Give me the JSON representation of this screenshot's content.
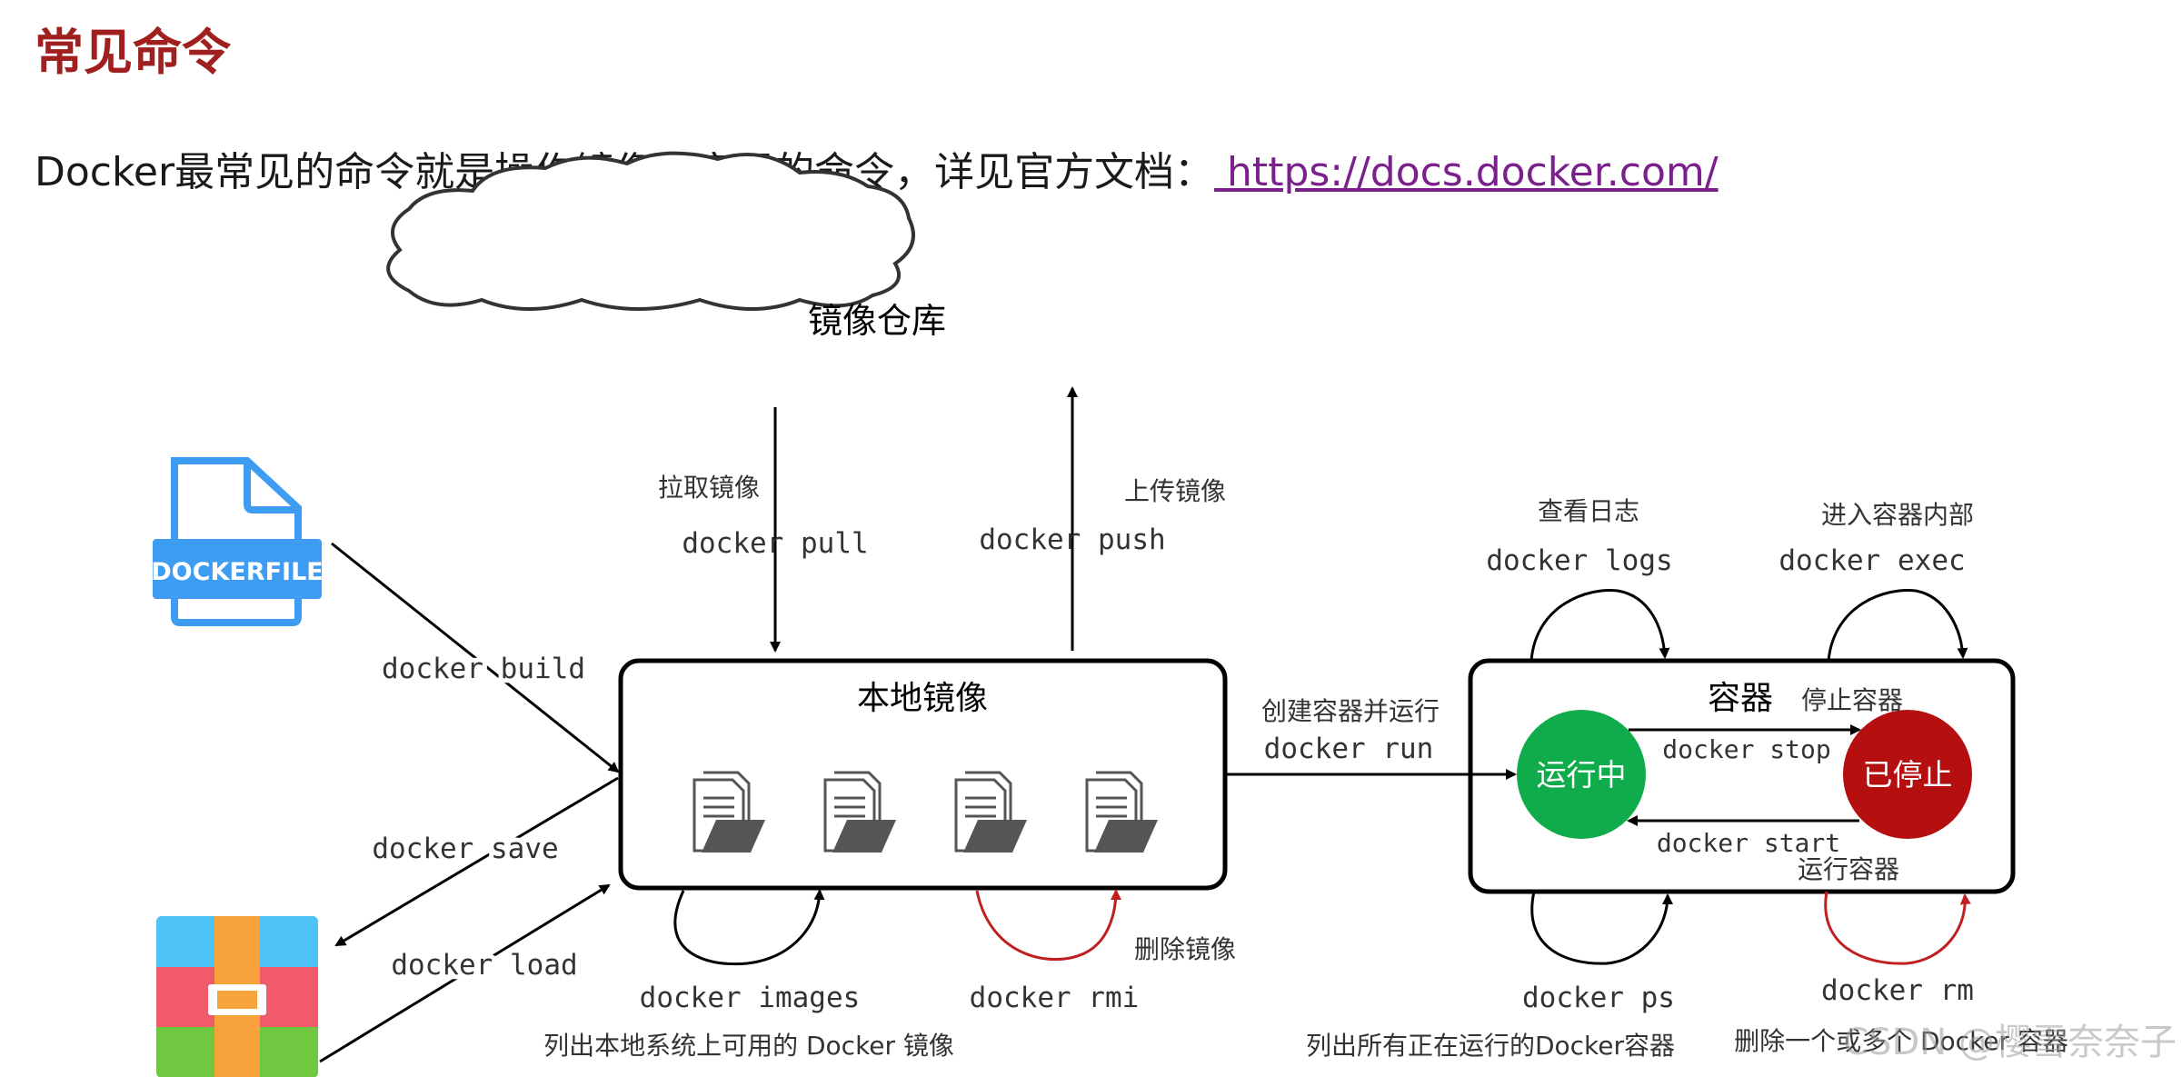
{
  "heading": "常见命令",
  "intro": {
    "text": "Docker最常见的命令就是操作镜像、容器的命令，详见官方文档：",
    "link": " https://docs.docker.com/"
  },
  "colors": {
    "heading": "#a01f1f",
    "link": "#7a1f8c",
    "running": "#10ab4b",
    "stopped": "#b50f10",
    "dockerfile_icon": "#3f9cf3",
    "dark_arrow": "#000000",
    "red_arrow": "#c0201f"
  },
  "icons": {
    "dockerfile": "dockerfile-document-icon",
    "archive": "archive-box-icon",
    "image_file": "folder-document-icon"
  },
  "diagram": {
    "registry": {
      "label": "镜像仓库"
    },
    "dockerfile": {
      "label": "DOCKERFILE"
    },
    "local_images": {
      "title": "本地镜像",
      "file_count": 4
    },
    "container": {
      "title": "容器",
      "running": "运行中",
      "stopped": "已停止",
      "stop_cn": "停止容器",
      "stop_cmd": "docker stop",
      "start_cmd": "docker start",
      "start_cn": "运行容器"
    },
    "commands": {
      "pull": {
        "cn": "拉取镜像",
        "cmd": "docker pull"
      },
      "push": {
        "cn": "上传镜像",
        "cmd": "docker push"
      },
      "build": {
        "cmd": "docker build"
      },
      "save": {
        "cmd": "docker save"
      },
      "load": {
        "cmd": "docker load"
      },
      "images": {
        "cmd": "docker images",
        "desc": "列出本地系统上可用的 Docker 镜像"
      },
      "rmi": {
        "cmd": "docker rmi",
        "cn": "删除镜像"
      },
      "run": {
        "cn": "创建容器并运行",
        "cmd": "docker run"
      },
      "logs": {
        "cn": "查看日志",
        "cmd": "docker logs"
      },
      "exec": {
        "cn": "进入容器内部",
        "cmd": "docker exec"
      },
      "ps": {
        "cmd": "docker ps",
        "desc": "列出所有正在运行的Docker容器"
      },
      "rm": {
        "cmd": "docker rm",
        "desc": "删除一个或多个 Docker 容器"
      }
    },
    "watermark": "CSDN @樱雪奈奈子"
  }
}
